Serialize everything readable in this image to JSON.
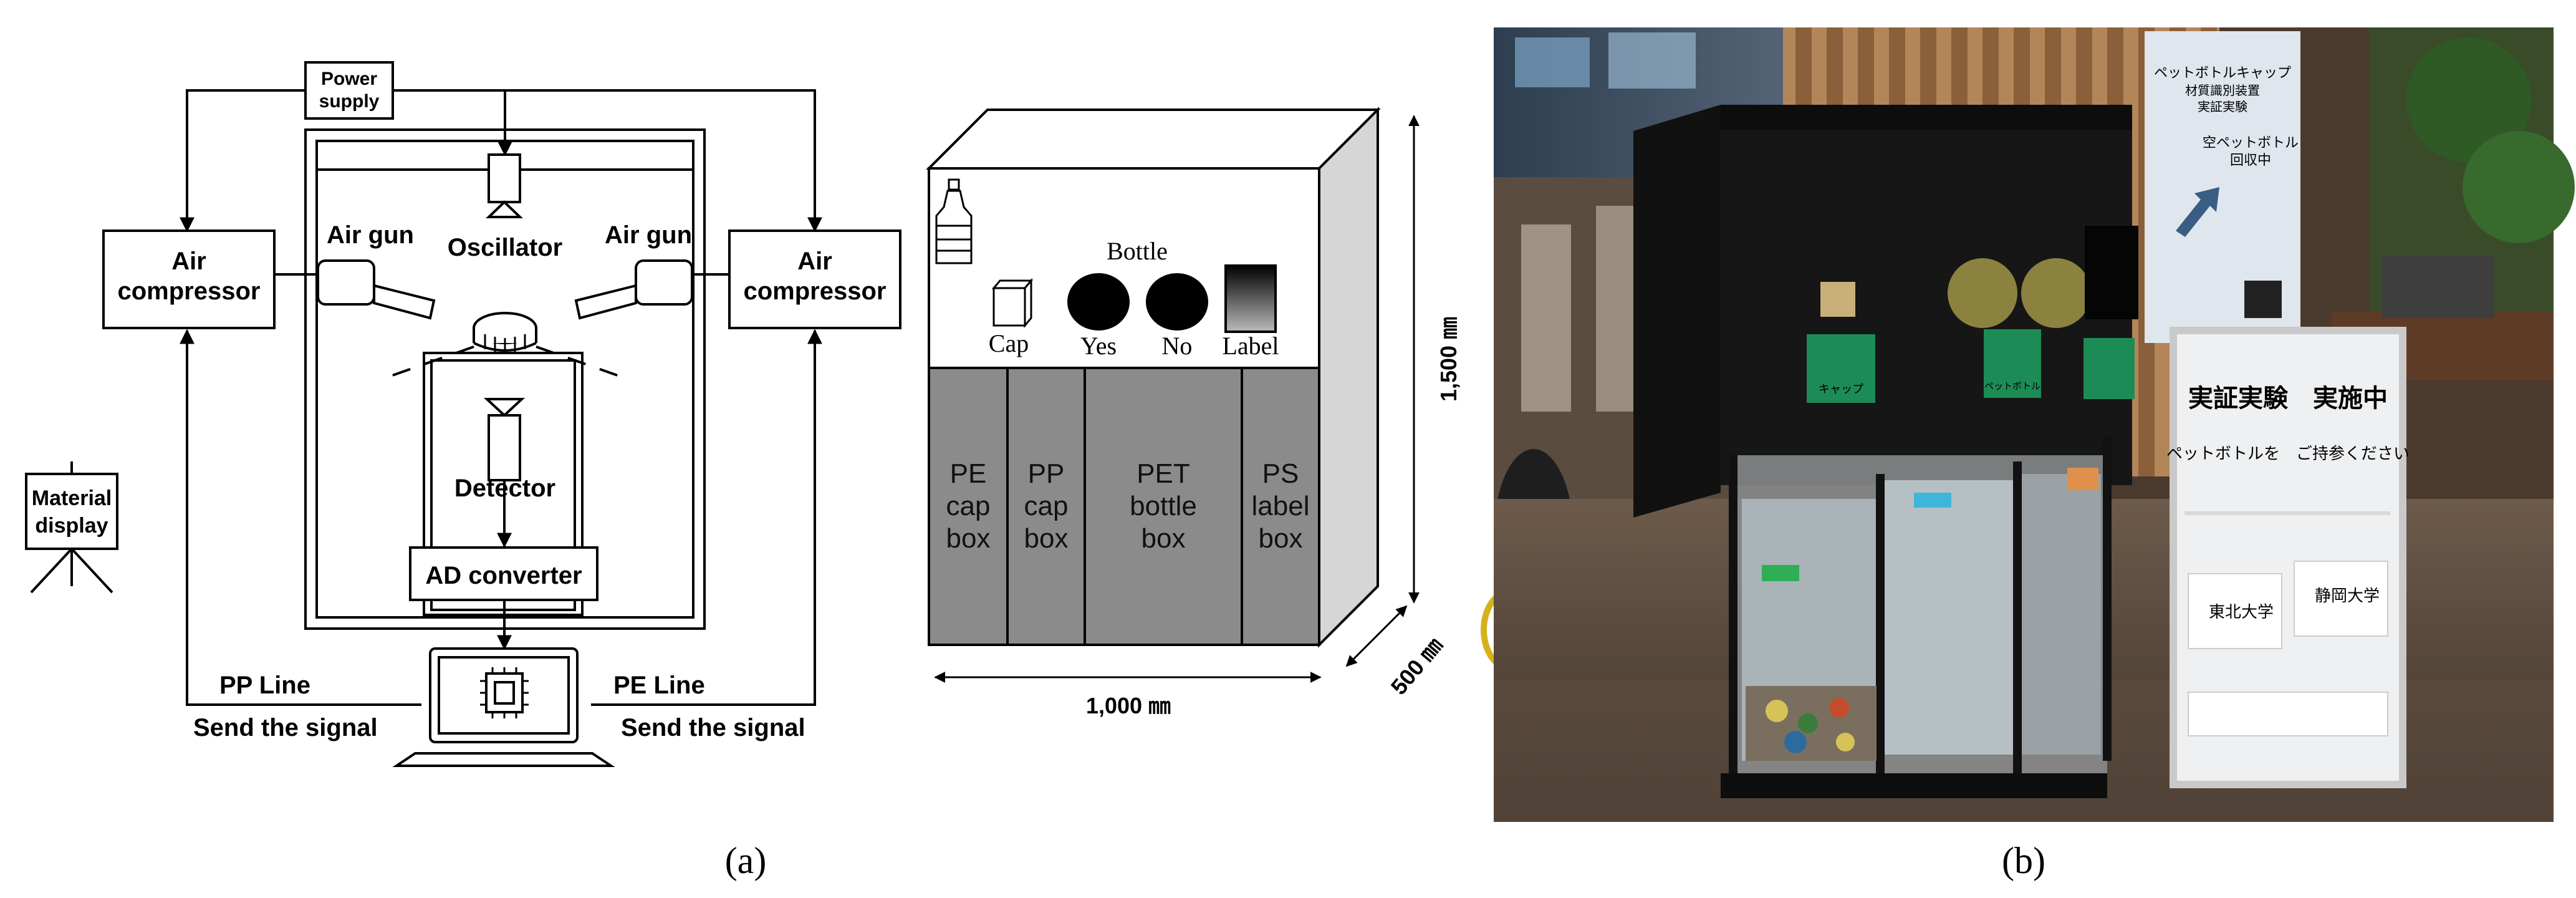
{
  "panel_a": {
    "caption": "(a)",
    "schematic": {
      "power_supply": "Power supply",
      "air_compressor_left": "Air compressor",
      "air_compressor_right": "Air compressor",
      "air_gun_left": "Air gun",
      "air_gun_right": "Air gun",
      "oscillator": "Oscillator",
      "detector": "Detector",
      "ad_converter": "AD converter",
      "material_display": "Material display",
      "pp_line": "PP Line",
      "pp_send": "Send the signal",
      "pe_line": "PE Line",
      "pe_send": "Send the signal"
    },
    "cabinet": {
      "bottle_heading": "Bottle",
      "cap": "Cap",
      "yes": "Yes",
      "no": "No",
      "label": "Label",
      "boxes": [
        {
          "lines": [
            "PE",
            "cap",
            "box"
          ]
        },
        {
          "lines": [
            "PP",
            "cap",
            "box"
          ]
        },
        {
          "lines": [
            "PET",
            "bottle",
            "box"
          ]
        },
        {
          "lines": [
            "PS",
            "label",
            "box"
          ]
        }
      ],
      "height_dim": "1,500 ㎜",
      "width_dim": "1,000 ㎜",
      "depth_dim": "500 ㎜"
    }
  },
  "panel_b": {
    "caption": "(b)",
    "signage": {
      "pillar_title_lines": [
        "ペットボトルキャップ",
        "材質識別装置",
        "実証実験"
      ],
      "pillar_sub_lines": [
        "空ペットボトル",
        "回収中"
      ],
      "stand_title": "実証実験　実施中",
      "stand_sub": "ペットボトルを　ご持参ください",
      "university_1": "東北大学",
      "university_2": "静岡大学",
      "inlet_cap": "キャップ",
      "inlet_bottle": "ペットボトル"
    }
  }
}
